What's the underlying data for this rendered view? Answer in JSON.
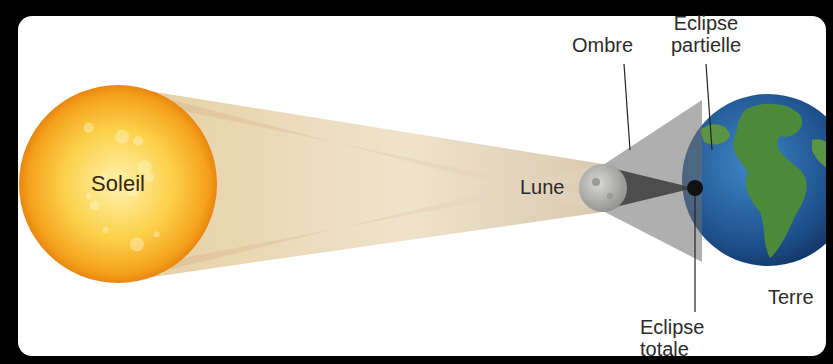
{
  "diagram": {
    "nodes": [
      {
        "text": [
          "Soleil"
        ]
      }
    ],
    "labels": [
      "Lune",
      "Ombre",
      "Eclipse partielle",
      "Eclipse totale",
      "Terre"
    ]
  }
}
